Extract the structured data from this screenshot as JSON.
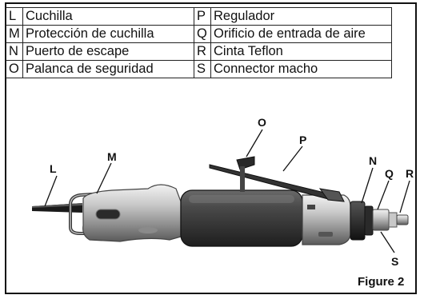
{
  "legend": {
    "rows": [
      {
        "code_left": "L",
        "label_left": "Cuchilla",
        "code_right": "P",
        "label_right": "Regulador"
      },
      {
        "code_left": "M",
        "label_left": "Protección de cuchilla",
        "code_right": "Q",
        "label_right": "Orificio de entrada de aire"
      },
      {
        "code_left": "N",
        "label_left": "Puerto de escape",
        "code_right": "R",
        "label_right": "Cinta Teflon"
      },
      {
        "code_left": "O",
        "label_left": "Palanca de seguridad",
        "code_right": "S",
        "label_right": "Connector macho"
      }
    ]
  },
  "callouts": {
    "L": "L",
    "M": "M",
    "N": "N",
    "O": "O",
    "P": "P",
    "Q": "Q",
    "R": "R",
    "S": "S"
  },
  "caption": "Figure 2"
}
